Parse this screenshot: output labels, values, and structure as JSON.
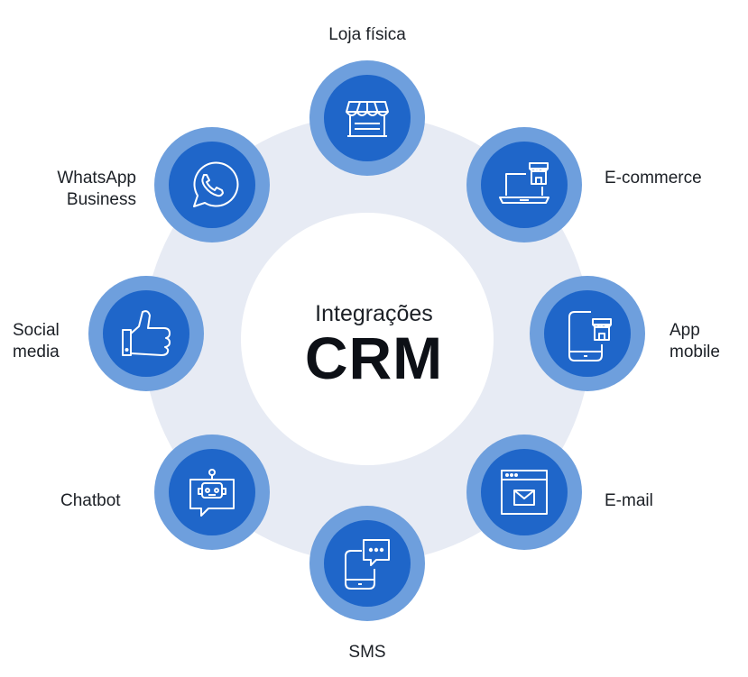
{
  "center": {
    "subtitle": "Integrações",
    "title": "CRM"
  },
  "colors": {
    "ring": "#e7ebf4",
    "node_outer": "#6e9fdd",
    "node_inner": "#1f66c9",
    "icon_stroke": "#ffffff",
    "text": "#1c2026"
  },
  "nodes": [
    {
      "id": "loja",
      "icon": "store-icon",
      "lines": [
        "Loja física"
      ]
    },
    {
      "id": "ecommerce",
      "icon": "laptop-store-icon",
      "lines": [
        "E-commerce"
      ]
    },
    {
      "id": "app",
      "icon": "mobile-store-icon",
      "lines": [
        "App",
        "mobile"
      ]
    },
    {
      "id": "email",
      "icon": "email-window-icon",
      "lines": [
        "E-mail"
      ]
    },
    {
      "id": "sms",
      "icon": "sms-phone-icon",
      "lines": [
        "SMS"
      ]
    },
    {
      "id": "chatbot",
      "icon": "chatbot-icon",
      "lines": [
        "Chatbot"
      ]
    },
    {
      "id": "social",
      "icon": "thumbs-up-icon",
      "lines": [
        "Social",
        "media"
      ]
    },
    {
      "id": "whatsapp",
      "icon": "whatsapp-icon",
      "lines": [
        "WhatsApp",
        "Business"
      ]
    }
  ]
}
